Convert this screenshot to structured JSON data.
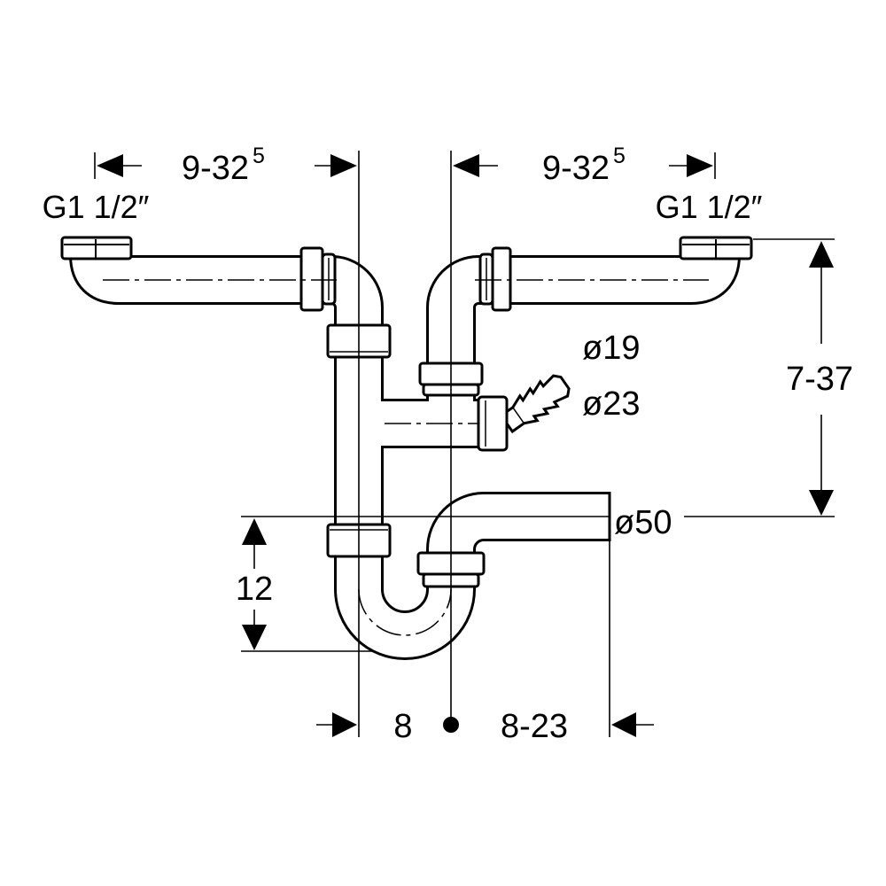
{
  "colors": {
    "line": "#000000",
    "background": "#ffffff"
  },
  "dimensions": {
    "top_left_span": {
      "value": "9-32",
      "superscript": "5"
    },
    "top_right_span": {
      "value": "9-32",
      "superscript": "5"
    },
    "right_height": "7-37",
    "left_height": "12",
    "bottom_left_offset": "8",
    "bottom_right_offset": "8-23"
  },
  "labels": {
    "left_thread": "G1 1/2″",
    "right_thread": "G1 1/2″",
    "hose_diameter_small": "ø19",
    "hose_diameter_large": "ø23",
    "outlet_diameter": "ø50"
  }
}
